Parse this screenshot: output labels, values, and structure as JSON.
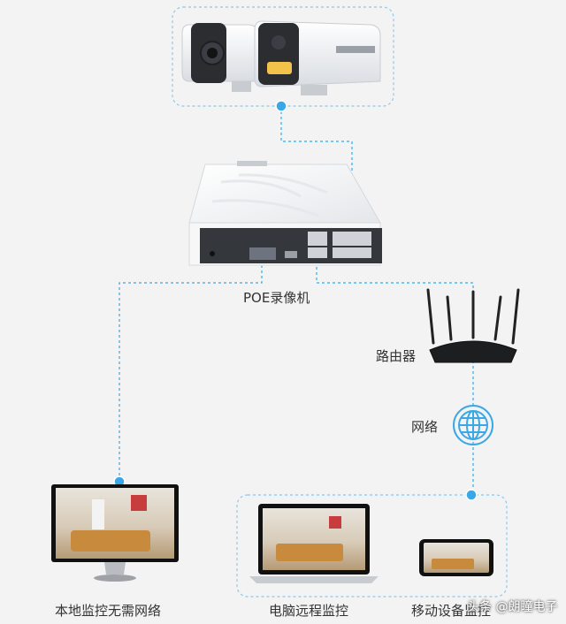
{
  "colors": {
    "connector": "#3aa8e6",
    "dashed_box": "#8cc8ee",
    "background": "#f3f3f3"
  },
  "labels": {
    "nvr": "POE录像机",
    "router": "路由器",
    "network": "网络",
    "local_monitor": "本地监控无需网络",
    "pc_monitor": "电脑远程监控",
    "mobile_monitor": "移动设备监控"
  },
  "watermark": "头条 @朗瞳电子",
  "icons": {
    "globe": "globe-icon"
  }
}
